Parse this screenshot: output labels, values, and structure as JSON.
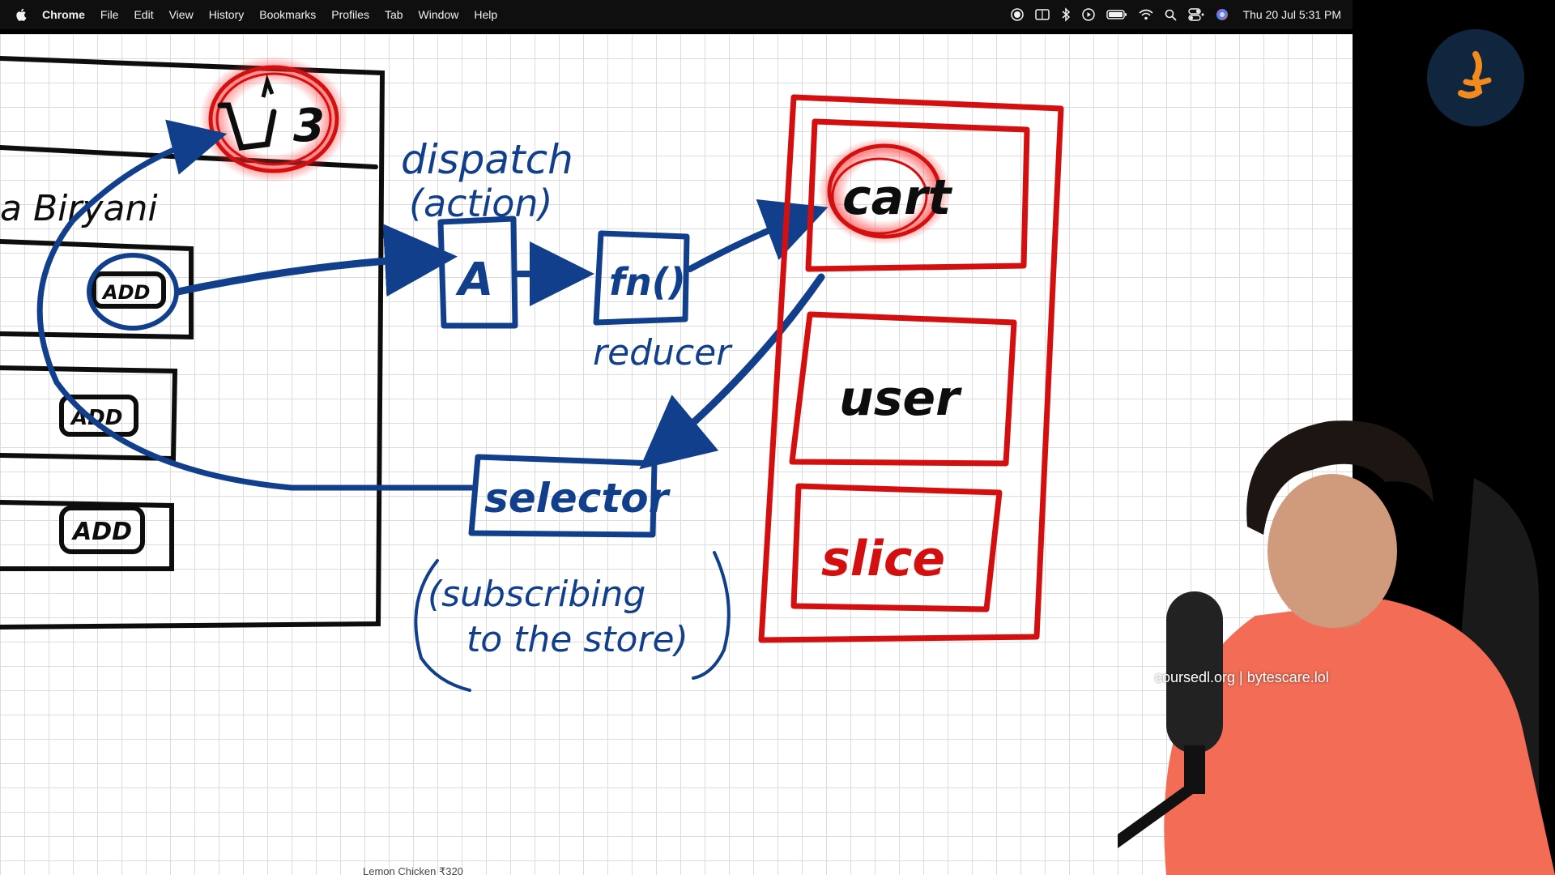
{
  "menubar": {
    "app_name": "Chrome",
    "menus": [
      "File",
      "Edit",
      "View",
      "History",
      "Bookmarks",
      "Profiles",
      "Tab",
      "Window",
      "Help"
    ],
    "status_icons": [
      "record-icon",
      "keyboard-layout-icon",
      "bluetooth-icon",
      "play-icon",
      "battery-icon",
      "wifi-icon",
      "search-icon",
      "control-center-icon",
      "siri-icon"
    ],
    "clock": "Thu 20 Jul  5:31 PM"
  },
  "whiteboard": {
    "labels": {
      "dispatch": "dispatch",
      "action": "(action)",
      "a_box": "A",
      "fn_box": "fn()",
      "reducer": "reducer",
      "selector": "selector",
      "subscribing_line1": "(subscribing",
      "subscribing_line2": "to the store)",
      "cart_slice": "cart",
      "user_slice": "user",
      "slice_label": "slice",
      "cart_badge": "3",
      "add_1": "ADD",
      "add_2": "ADD",
      "add_3": "ADD",
      "biryani": "a Biryani"
    },
    "footer_caption": "Lemon Chicken  ₹320"
  },
  "overlay": {
    "watermark": "coursedl.org | bytescare.lol"
  },
  "colors": {
    "ink_blue": "#123f8c",
    "ink_red": "#d40f10",
    "ink_black": "#0d0d0d",
    "menubar_bg": "#0f0f0f",
    "logo_bg": "#10263f",
    "logo_accent": "#f28a1e"
  }
}
